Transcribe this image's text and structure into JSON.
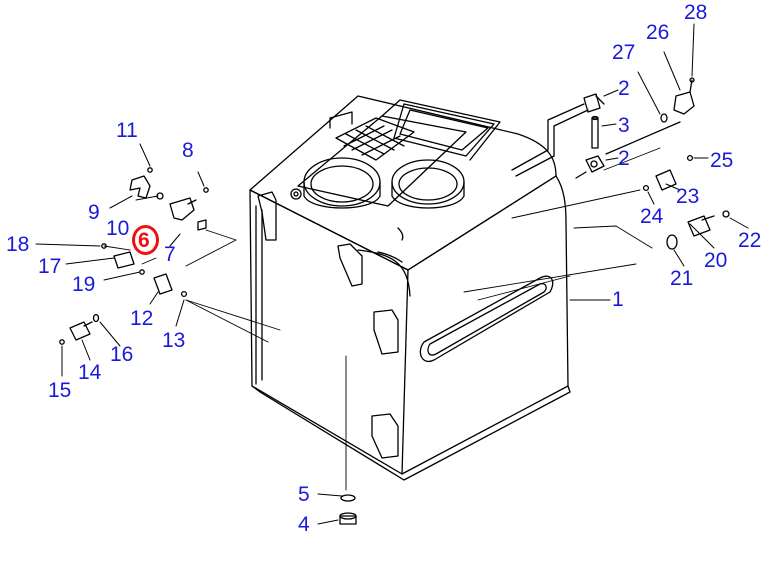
{
  "diagram": {
    "colors": {
      "callout": "#1a1adb",
      "highlight": "#ee1111",
      "line": "#000000"
    },
    "highlighted_part": "6",
    "labels": [
      {
        "id": "1",
        "text": "1"
      },
      {
        "id": "2a",
        "text": "2"
      },
      {
        "id": "2b",
        "text": "2"
      },
      {
        "id": "3",
        "text": "3"
      },
      {
        "id": "4",
        "text": "4"
      },
      {
        "id": "5",
        "text": "5"
      },
      {
        "id": "6",
        "text": "6"
      },
      {
        "id": "7",
        "text": "7"
      },
      {
        "id": "8",
        "text": "8"
      },
      {
        "id": "9",
        "text": "9"
      },
      {
        "id": "10",
        "text": "10"
      },
      {
        "id": "11",
        "text": "11"
      },
      {
        "id": "12",
        "text": "12"
      },
      {
        "id": "13",
        "text": "13"
      },
      {
        "id": "14",
        "text": "14"
      },
      {
        "id": "15",
        "text": "15"
      },
      {
        "id": "16",
        "text": "16"
      },
      {
        "id": "17",
        "text": "17"
      },
      {
        "id": "18",
        "text": "18"
      },
      {
        "id": "19",
        "text": "19"
      },
      {
        "id": "20",
        "text": "20"
      },
      {
        "id": "21",
        "text": "21"
      },
      {
        "id": "22",
        "text": "22"
      },
      {
        "id": "23",
        "text": "23"
      },
      {
        "id": "24",
        "text": "24"
      },
      {
        "id": "25",
        "text": "25"
      },
      {
        "id": "26",
        "text": "26"
      },
      {
        "id": "27",
        "text": "27"
      },
      {
        "id": "28",
        "text": "28"
      }
    ]
  }
}
